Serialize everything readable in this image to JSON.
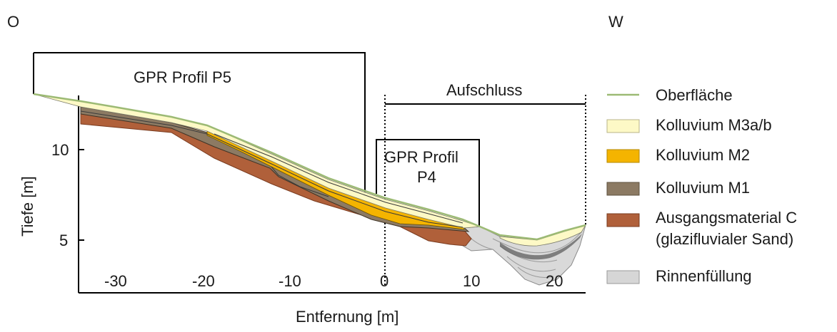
{
  "directions": {
    "left": "O",
    "right": "W"
  },
  "sections": {
    "gpr_p5": "GPR Profil P5",
    "aufschluss": "Aufschluss",
    "gpr_p4_line1": "GPR Profil",
    "gpr_p4_line2": "P4"
  },
  "axes": {
    "ylabel": "Tiefe [m]",
    "xlabel": "Entfernung [m]",
    "yticks": [
      "10",
      "5"
    ],
    "xticks": [
      "-30",
      "-20",
      "-10",
      "0",
      "10",
      "20"
    ]
  },
  "legend": [
    {
      "key": "surface",
      "label": "Oberfläche",
      "color": "#9cba74"
    },
    {
      "key": "m3",
      "label": "Kolluvium M3a/b",
      "color": "#fdf9c6"
    },
    {
      "key": "m2",
      "label": "Kolluvium M2",
      "color": "#f4b400"
    },
    {
      "key": "m1",
      "label": "Kolluvium M1",
      "color": "#8c7a63"
    },
    {
      "key": "c",
      "label": "Ausgangsmaterial C",
      "label2": "(glazifluvialer Sand)",
      "color": "#b0603a"
    },
    {
      "key": "rinne",
      "label": "Rinnenfüllung",
      "color": "#d6d6d6"
    }
  ]
}
